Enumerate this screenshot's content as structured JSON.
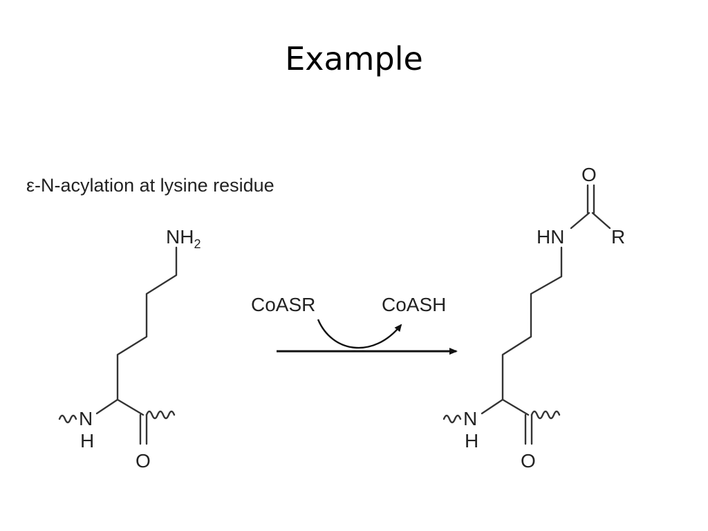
{
  "slide": {
    "title": "Example"
  },
  "diagram": {
    "caption": "ε-N-acylation at lysine residue",
    "reaction": {
      "reagent": "CoASR",
      "byproduct": "CoASH"
    },
    "reactant": {
      "amine": "NH",
      "amine_subscript": "2",
      "backbone_n": "N",
      "backbone_h": "H",
      "carbonyl_o": "O"
    },
    "product": {
      "amide_nh": "HN",
      "acyl_o": "O",
      "acyl_r": "R",
      "backbone_n": "N",
      "backbone_h": "H",
      "carbonyl_o": "O"
    },
    "colors": {
      "ink": "#222222",
      "arrow": "#111111"
    }
  }
}
